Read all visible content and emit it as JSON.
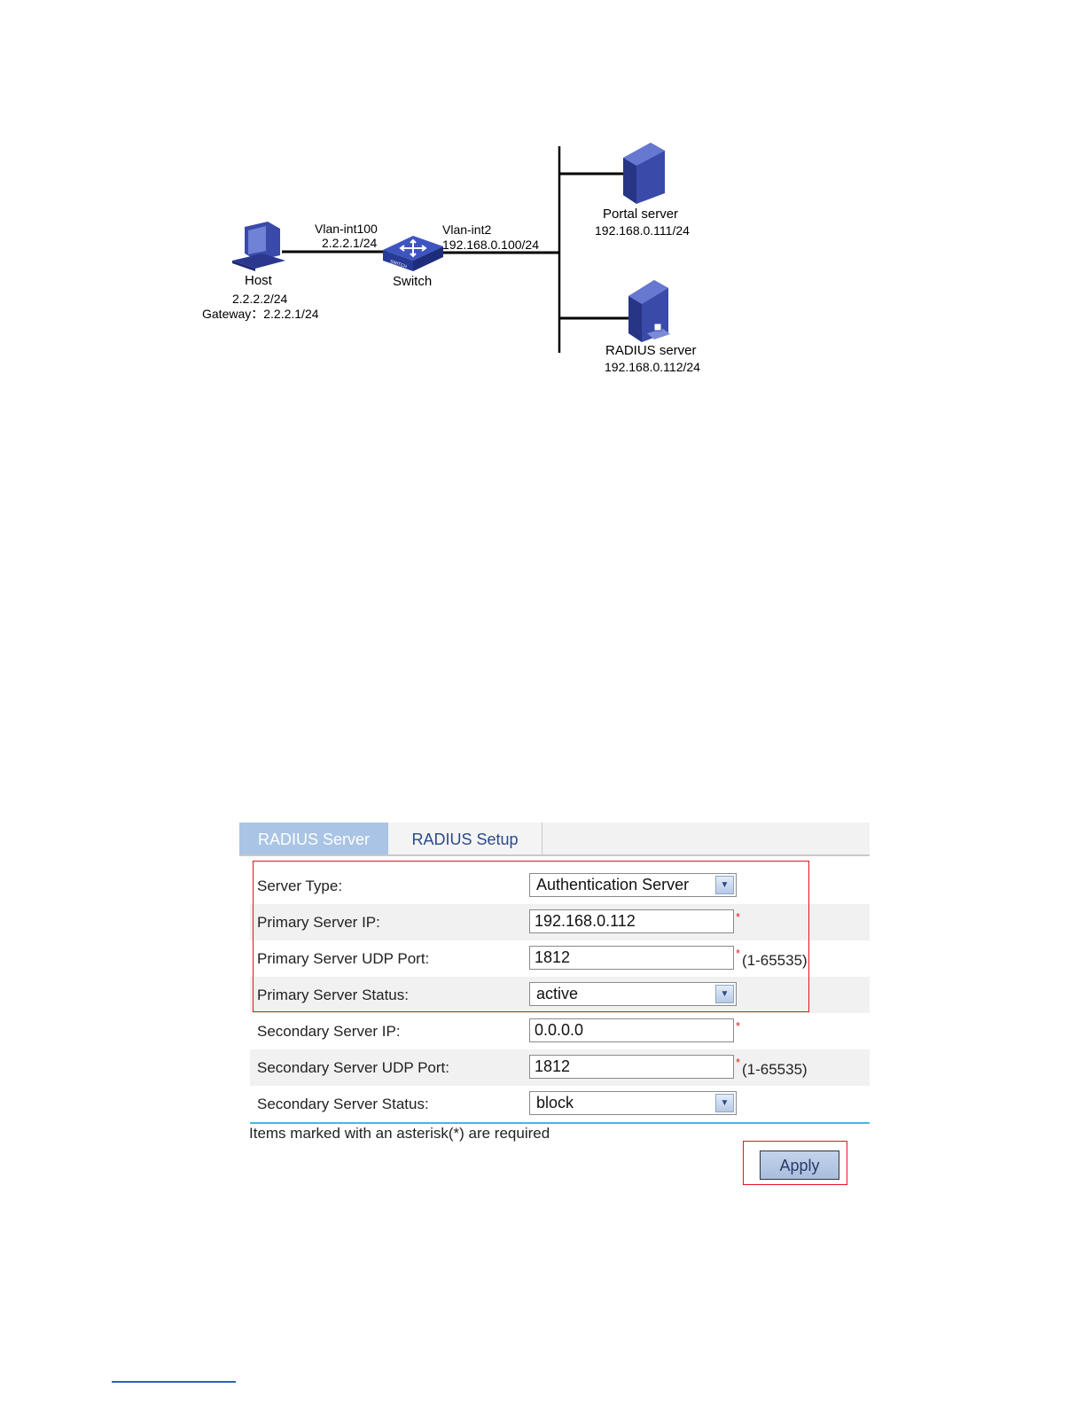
{
  "diagram": {
    "host": {
      "name": "Host",
      "ip": "2.2.2.2/24",
      "gateway": "Gateway：2.2.2.1/24"
    },
    "switch": {
      "name": "Switch",
      "left_iface": "Vlan-int100",
      "left_ip": "2.2.2.1/24",
      "right_iface": "Vlan-int2",
      "right_ip": "192.168.0.100/24",
      "icon_text": "SWITCH"
    },
    "portal": {
      "name": "Portal server",
      "ip": "192.168.0.111/24"
    },
    "radius": {
      "name": "RADIUS server",
      "ip": "192.168.0.112/24"
    }
  },
  "panel": {
    "tabs": [
      {
        "label": "RADIUS Server",
        "active": true
      },
      {
        "label": "RADIUS Setup",
        "active": false
      }
    ],
    "rows": [
      {
        "label": "Server Type:",
        "kind": "select",
        "value": "Authentication Server"
      },
      {
        "label": "Primary Server IP:",
        "kind": "input",
        "value": "192.168.0.112",
        "required": "*"
      },
      {
        "label": "Primary Server UDP Port:",
        "kind": "input",
        "value": "1812",
        "required": "*",
        "range": "(1-65535)"
      },
      {
        "label": "Primary Server Status:",
        "kind": "select",
        "value": "active"
      },
      {
        "label": "Secondary Server IP:",
        "kind": "input",
        "value": "0.0.0.0",
        "required": "*"
      },
      {
        "label": "Secondary Server UDP Port:",
        "kind": "input",
        "value": "1812",
        "required": "*",
        "range": "(1-65535)"
      },
      {
        "label": "Secondary Server Status:",
        "kind": "select",
        "value": "block"
      }
    ],
    "note": "Items marked with an asterisk(*) are required",
    "apply_label": "Apply"
  },
  "colors": {
    "tab_active": "#a9c4e4",
    "highlight": "#e0141e",
    "divider": "#4fb3e0",
    "device": "#3a4aa8"
  }
}
